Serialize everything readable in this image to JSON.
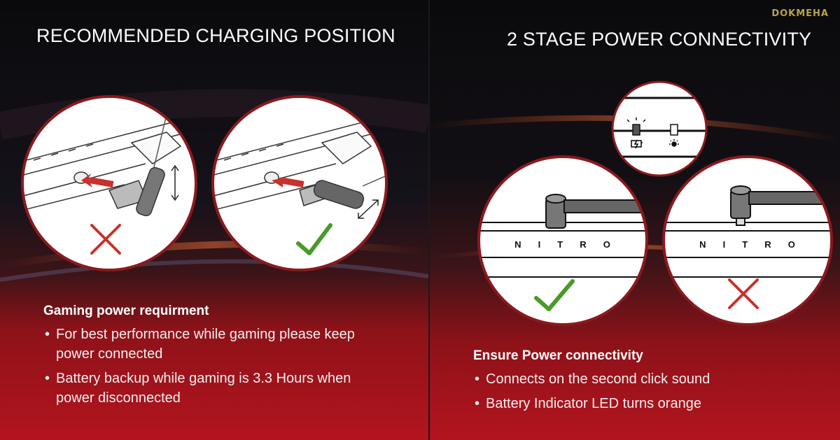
{
  "left_panel": {
    "title": "RECOMMENDED CHARGING POSITION",
    "heading": "Gaming power requirment",
    "bullets": [
      "For best performance while gaming please keep power connected",
      "Battery backup while gaming is 3.3 Hours when power disconnected"
    ],
    "illustrations": [
      {
        "label": "incorrect-position",
        "mark": "cross-icon"
      },
      {
        "label": "correct-position",
        "mark": "check-icon"
      }
    ]
  },
  "right_panel": {
    "title": "2 STAGE POWER CONNECTIVITY",
    "heading": "Ensure Power connectivity",
    "bullets": [
      "Connects on the second click sound",
      "Battery Indicator LED turns orange"
    ],
    "illustrations": [
      {
        "label": "led-indicator-detail",
        "mark": "battery-charging-icon"
      },
      {
        "label": "fully-inserted",
        "mark": "check-icon",
        "text": "N I T R O"
      },
      {
        "label": "partially-inserted",
        "mark": "cross-icon",
        "text": "N I T R O"
      }
    ]
  },
  "logo_text": "DOKMEHA",
  "colors": {
    "accent_red": "#b3141e",
    "circle_border": "#8a1a1f",
    "check_green": "#4a9a2a",
    "cross_red": "#c8312c"
  }
}
